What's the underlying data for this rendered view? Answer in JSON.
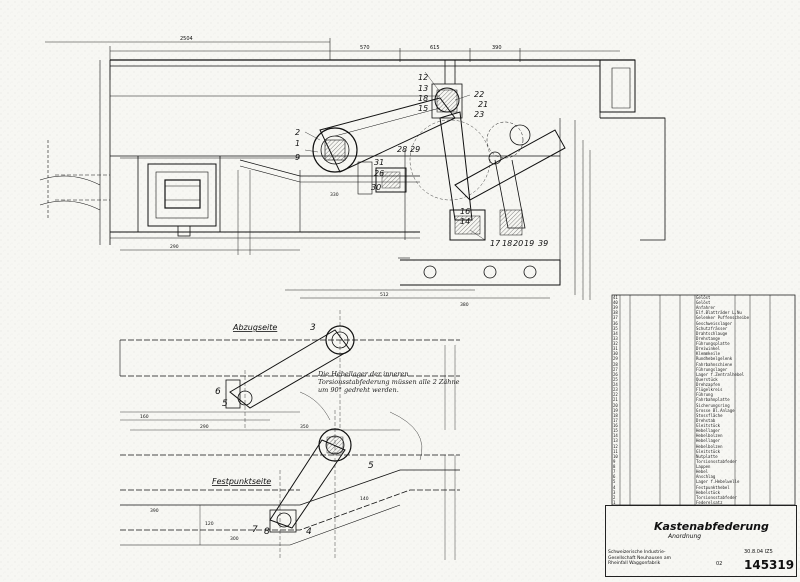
{
  "drawing": {
    "title": "Kastenabfederung",
    "subtitle": "Anordnung",
    "drawing_number": "145319",
    "date": "30.8.04",
    "date_suffix": "IZ5",
    "sheet_format": "02",
    "company": "Schweizerische Industrie-Gesellschaft Neuhausen am Rheinfall Waggonfabrik",
    "views": {
      "top_view_label": "Abzugseite",
      "bottom_view_label": "Festpunktseite"
    },
    "note": "Die Hebellager der inneren Torsionsstabfederung müssen alle 2 Zähne um 90° gedreht werden."
  },
  "callouts": {
    "main": [
      "12",
      "13",
      "18",
      "15",
      "22",
      "21",
      "23",
      "2",
      "1",
      "9",
      "28",
      "29",
      "31",
      "26",
      "30",
      "16",
      "14",
      "17",
      "18",
      "20",
      "19",
      "39"
    ],
    "abzugseite": [
      "3",
      "6",
      "5"
    ],
    "festpunktseite": [
      "5",
      "7",
      "8",
      "4"
    ]
  },
  "bom": {
    "rows": [
      {
        "pos": "41",
        "desc": "Gelöst"
      },
      {
        "pos": "40",
        "desc": "Gelöst"
      },
      {
        "pos": "39",
        "desc": "Anfahrer"
      },
      {
        "pos": "38",
        "desc": "Elf.Blatträder L.Nu"
      },
      {
        "pos": "37",
        "desc": "Gelenker Puffenscheibe"
      },
      {
        "pos": "36",
        "desc": "Geschweisslager"
      },
      {
        "pos": "35",
        "desc": "Schutzfrässer"
      },
      {
        "pos": "34",
        "desc": "Drahtschlauge"
      },
      {
        "pos": "33",
        "desc": "Drehstange"
      },
      {
        "pos": "32",
        "desc": "Führungsplatte"
      },
      {
        "pos": "31",
        "desc": "Dreiwinkel"
      },
      {
        "pos": "30",
        "desc": "Klemmkeile"
      },
      {
        "pos": "29",
        "desc": "Rundhebelgelenk"
      },
      {
        "pos": "28",
        "desc": "Fahrbahnschiene"
      },
      {
        "pos": "27",
        "desc": "Führungslager"
      },
      {
        "pos": "26",
        "desc": "Lager f.Zentralhebel"
      },
      {
        "pos": "25",
        "desc": "Querstück"
      },
      {
        "pos": "24",
        "desc": "Drehzapfen"
      },
      {
        "pos": "23",
        "desc": "Flügelkreis"
      },
      {
        "pos": "22",
        "desc": "Führung"
      },
      {
        "pos": "21",
        "desc": "Fahrbahnplatte"
      },
      {
        "pos": "20",
        "desc": "Sicherungsring"
      },
      {
        "pos": "19",
        "desc": "Grosse Bl.Anlage"
      },
      {
        "pos": "18",
        "desc": "Stossfläche"
      },
      {
        "pos": "17",
        "desc": "Drehstab"
      },
      {
        "pos": "16",
        "desc": "Gleitstück"
      },
      {
        "pos": "15",
        "desc": "Hebellager"
      },
      {
        "pos": "14",
        "desc": "Hebelbolzen"
      },
      {
        "pos": "13",
        "desc": "Hebellager"
      },
      {
        "pos": "12",
        "desc": "Hebelbolzen"
      },
      {
        "pos": "11",
        "desc": "Gleitstück"
      },
      {
        "pos": "10",
        "desc": "Nutplatte"
      },
      {
        "pos": "9",
        "desc": "Torsionsstabfeder"
      },
      {
        "pos": "8",
        "desc": "Lappen"
      },
      {
        "pos": "7",
        "desc": "Hebel"
      },
      {
        "pos": "6",
        "desc": "Anschlag"
      },
      {
        "pos": "5",
        "desc": "Lager f.Hebelwelle"
      },
      {
        "pos": "4",
        "desc": "Festpunkthebel"
      },
      {
        "pos": "3",
        "desc": "Hebelstück"
      },
      {
        "pos": "2",
        "desc": "Torsionsstabfeder"
      },
      {
        "pos": "1",
        "desc": "Federelsatz"
      }
    ]
  },
  "dimensions": {
    "top": [
      "2504",
      "570",
      "615",
      "390"
    ],
    "mid": [
      "290",
      "330",
      "512",
      "380"
    ],
    "lower": [
      "160",
      "290",
      "350",
      "390",
      "300",
      "140",
      "120"
    ]
  }
}
